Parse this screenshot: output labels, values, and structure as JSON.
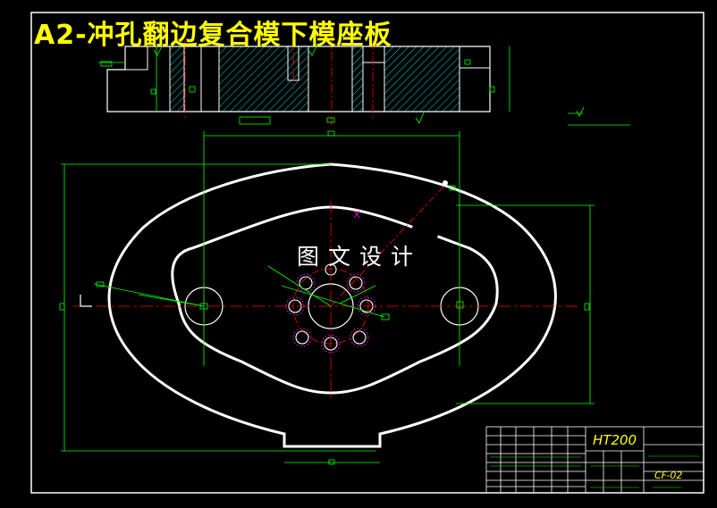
{
  "title": "A2-冲孔翻边复合模下模座板",
  "watermark": "图文设计",
  "title_block": {
    "material": "HT200",
    "drawing_code": "CF-02"
  },
  "colors": {
    "background": "#000000",
    "outline": "#ffffff",
    "dimension": "#00ff00",
    "centerline": "#ff0000",
    "hidden": "#ff00ff",
    "hatch": "#00ffff",
    "title": "#ffff00"
  }
}
